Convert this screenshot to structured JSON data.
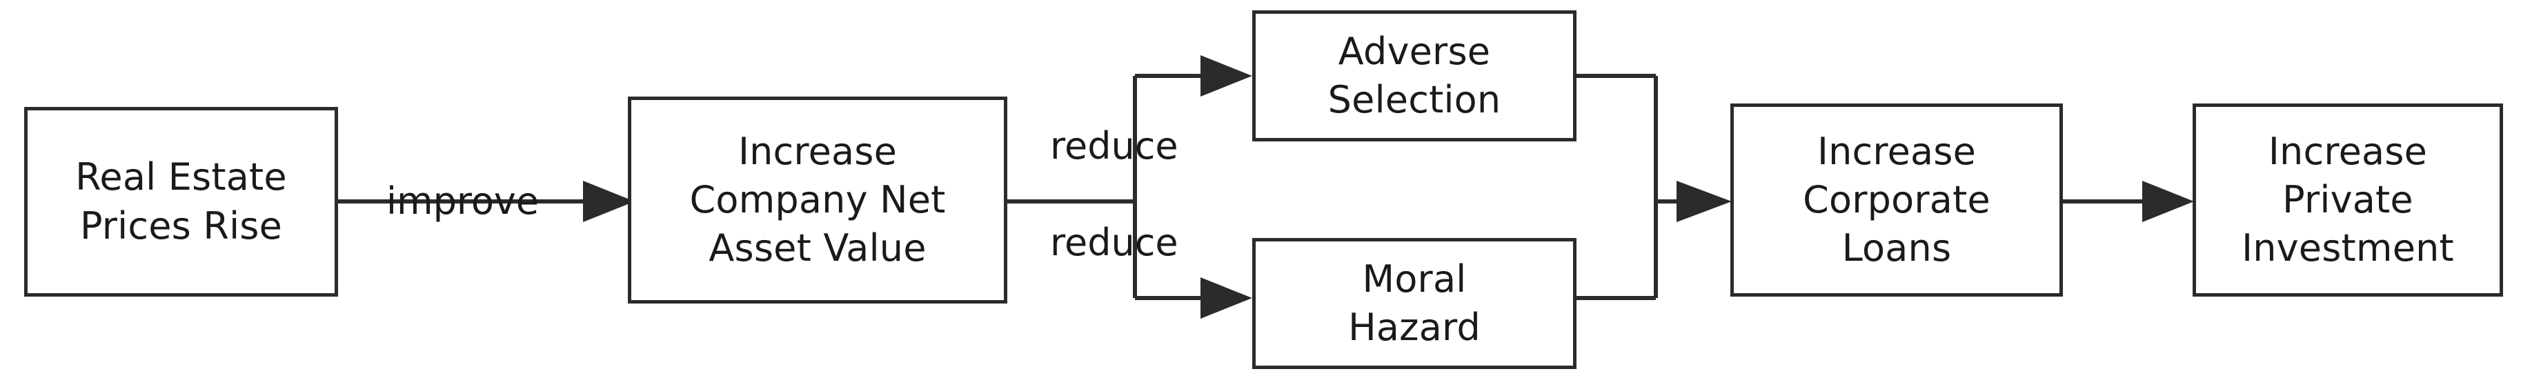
{
  "diagram": {
    "type": "flowchart",
    "title": "",
    "background": "#ffffff",
    "stroke_color": "#2b2b2b",
    "text_color": "#1a1a1a",
    "nodes": [
      {
        "id": "real-estate-prices-rise",
        "label": "Real Estate\nPrices Rise"
      },
      {
        "id": "increase-company-net-asset-value",
        "label": "Increase\nCompany Net\nAsset Value"
      },
      {
        "id": "adverse-selection",
        "label": "Adverse\nSelection"
      },
      {
        "id": "moral-hazard",
        "label": "Moral\nHazard"
      },
      {
        "id": "increase-corporate-loans",
        "label": "Increase\nCorporate\nLoans"
      },
      {
        "id": "increase-private-investment",
        "label": "Increase\nPrivate\nInvestment"
      }
    ],
    "edge_labels": [
      {
        "id": "improve",
        "label": "improve"
      },
      {
        "id": "reduce-adverse-selection",
        "label": "reduce"
      },
      {
        "id": "reduce-moral-hazard",
        "label": "reduce"
      }
    ]
  }
}
